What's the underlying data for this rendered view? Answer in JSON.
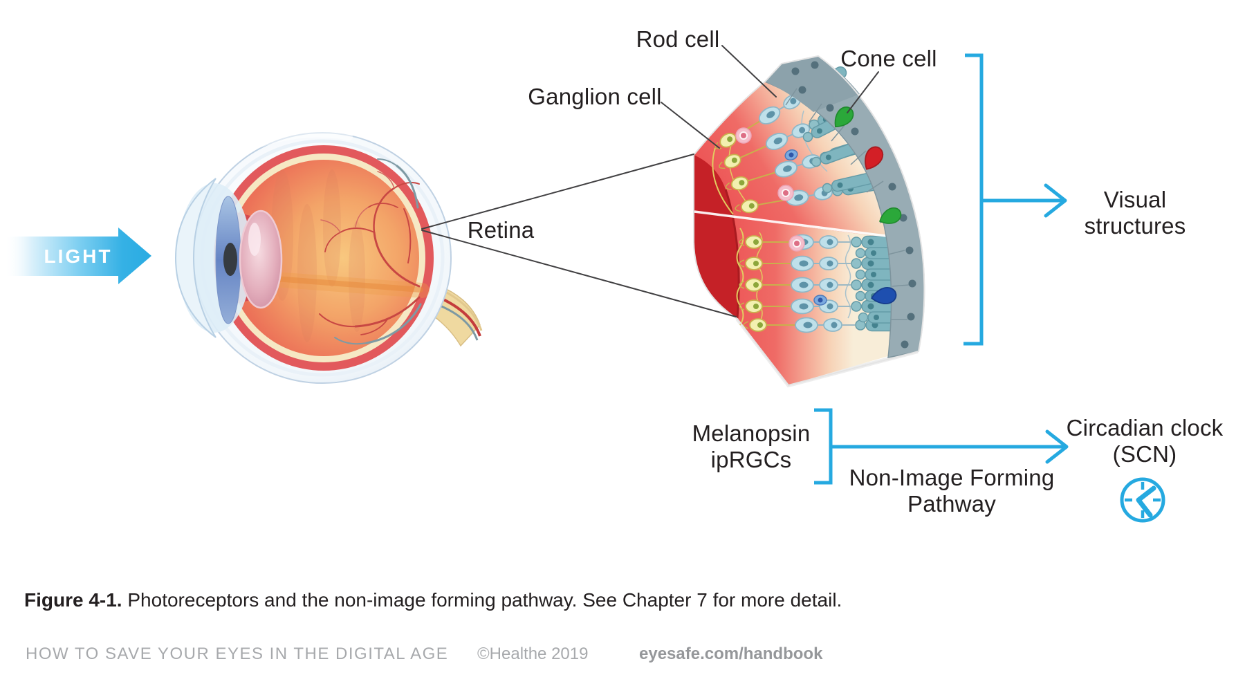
{
  "diagram": {
    "light_arrow_label": "LIGHT",
    "labels": {
      "rod_cell": "Rod cell",
      "cone_cell": "Cone cell",
      "ganglion_cell": "Ganglion cell",
      "retina": "Retina"
    },
    "visual_structures": {
      "line1": "Visual",
      "line2": "structures"
    },
    "melanopsin": {
      "line1": "Melanopsin",
      "line2": "ipRGCs"
    },
    "non_image_forming_pathway": {
      "line1": "Non-Image Forming",
      "line2": "Pathway"
    },
    "circadian_clock": {
      "line1": "Circadian clock",
      "line2": "(SCN)"
    }
  },
  "caption": {
    "figure_label": "Figure 4-1.",
    "text": "Photoreceptors and the non-image forming pathway. See Chapter 7 for more detail."
  },
  "footer": {
    "book_title": "HOW TO SAVE YOUR EYES IN THE DIGITAL AGE",
    "copyright": "©Healthe 2019",
    "website": "eyesafe.com/handbook"
  },
  "icons": {
    "clock": "clock-icon",
    "light_arrow": "right-arrow",
    "grouping_brackets": "cyan-bracket"
  },
  "colors": {
    "accent_cyan": "#29ABE2",
    "label_text": "#231F20",
    "footer_text": "#A7A9AC",
    "retina_cut_red": "#C52127",
    "ganglion_layer_salmon": "#ED5858",
    "photoreceptor_cream": "#F8EDD8",
    "pigment_epithelium_gray": "#98ACB4",
    "rod_teal": "#7FB5BF",
    "cone_green": "#2BA83A",
    "cone_red": "#D31F26",
    "cone_blue": "#1E4FAF",
    "ganglion_yellow": "#F3F0B0",
    "bipolar_blue": "#BFE0EA",
    "eye_sclera_blue": "#CFDEEC",
    "eye_interior_orange": "#F3A468"
  }
}
